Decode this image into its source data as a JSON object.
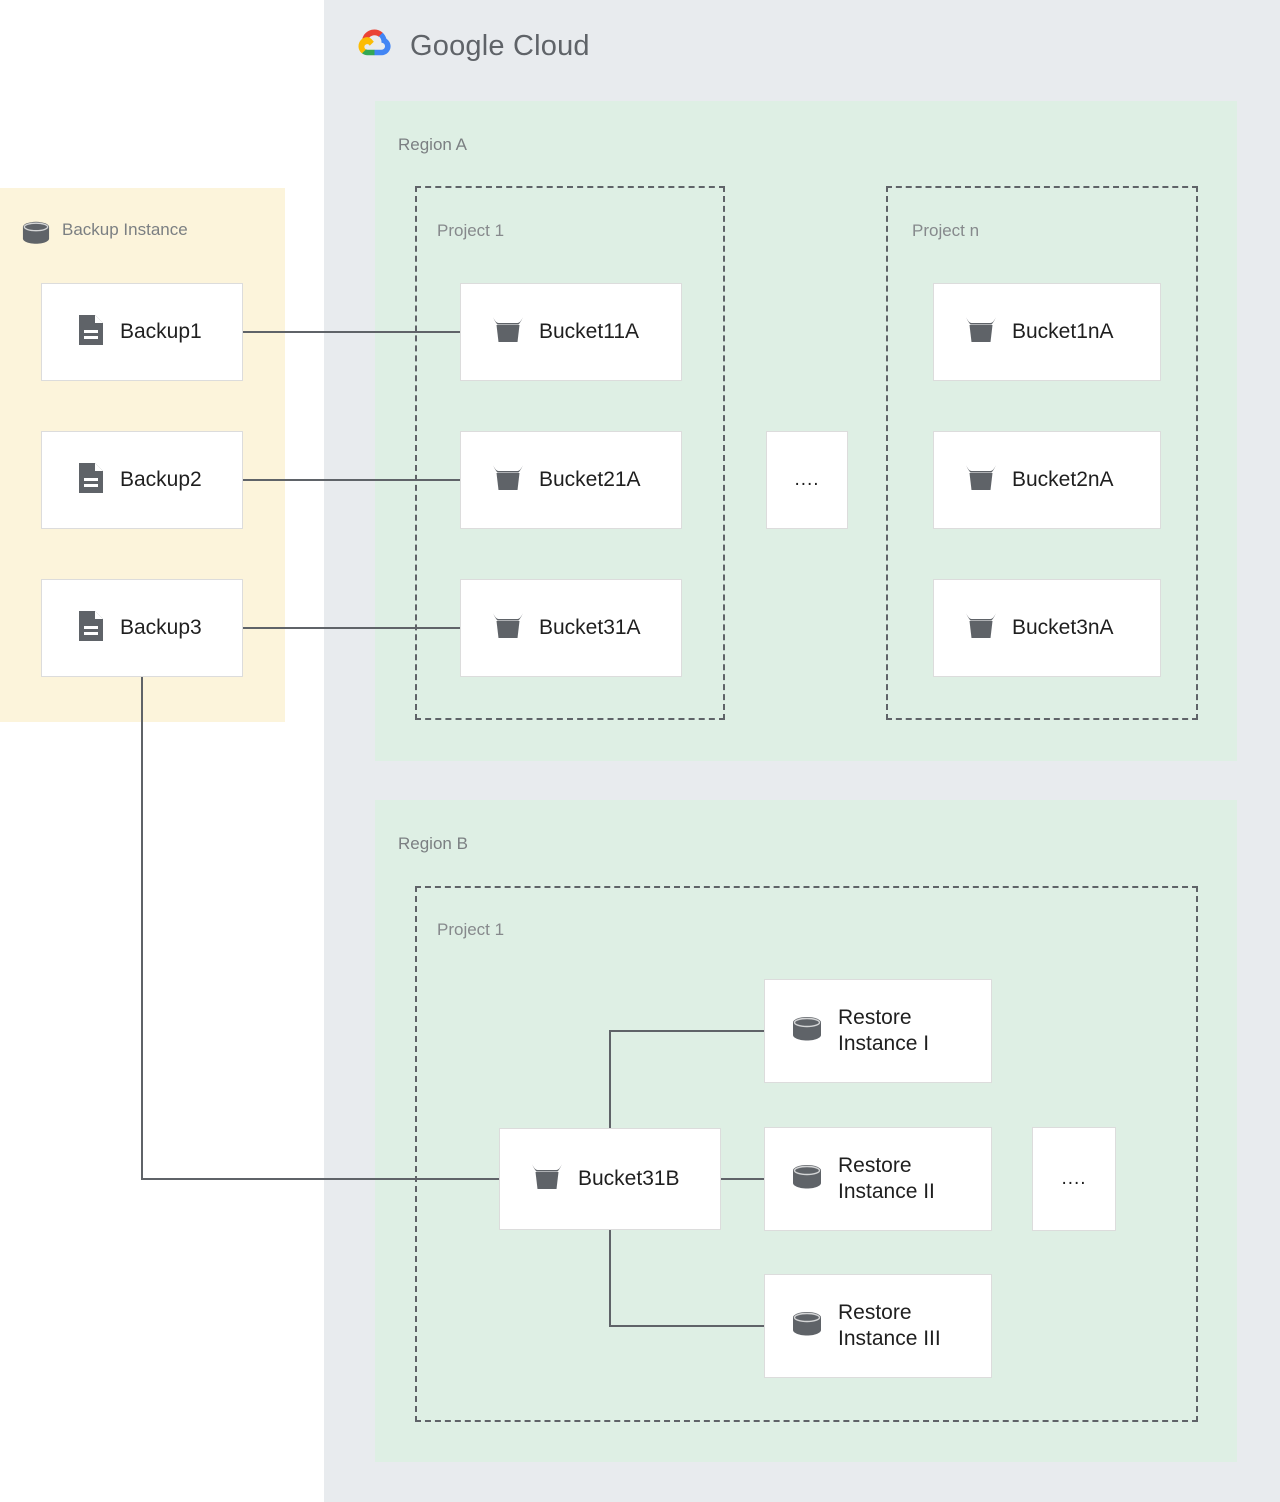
{
  "brand": {
    "name_bold": "Google",
    "name_light": "Cloud",
    "logo_icon": "google-cloud-logo-icon",
    "colors": {
      "red": "#ea4335",
      "yellow": "#fbbc04",
      "green": "#34a853",
      "blue": "#4285f4",
      "panel_gray": "#e8ebee",
      "region_green": "#deefe4",
      "backup_yellow": "#fcf4db",
      "icon_gray": "#5f6368",
      "line_gray": "#5f6368",
      "card_white": "#ffffff",
      "card_border": "#dcdcdc"
    }
  },
  "backup_instance": {
    "title": "Backup Instance",
    "icon": "database-icon",
    "items": [
      {
        "label": "Backup1",
        "icon": "document-icon"
      },
      {
        "label": "Backup2",
        "icon": "document-icon"
      },
      {
        "label": "Backup3",
        "icon": "document-icon"
      }
    ]
  },
  "regions": [
    {
      "label": "Region A",
      "projects": [
        {
          "label": "Project 1",
          "buckets": [
            {
              "label": "Bucket11A",
              "icon": "bucket-icon"
            },
            {
              "label": "Bucket21A",
              "icon": "bucket-icon"
            },
            {
              "label": "Bucket31A",
              "icon": "bucket-icon"
            }
          ]
        },
        {
          "label": "Project n",
          "buckets": [
            {
              "label": "Bucket1nA",
              "icon": "bucket-icon"
            },
            {
              "label": "Bucket2nA",
              "icon": "bucket-icon"
            },
            {
              "label": "Bucket3nA",
              "icon": "bucket-icon"
            }
          ]
        }
      ],
      "ellipsis": "...."
    },
    {
      "label": "Region B",
      "projects": [
        {
          "label": "Project 1",
          "buckets": [
            {
              "label": "Bucket31B",
              "icon": "bucket-icon"
            }
          ],
          "restore_instances": [
            {
              "label": "Restore\nInstance I",
              "icon": "database-icon"
            },
            {
              "label": "Restore\nInstance II",
              "icon": "database-icon"
            },
            {
              "label": "Restore\nInstance III",
              "icon": "database-icon"
            }
          ]
        }
      ],
      "ellipsis": "...."
    }
  ]
}
